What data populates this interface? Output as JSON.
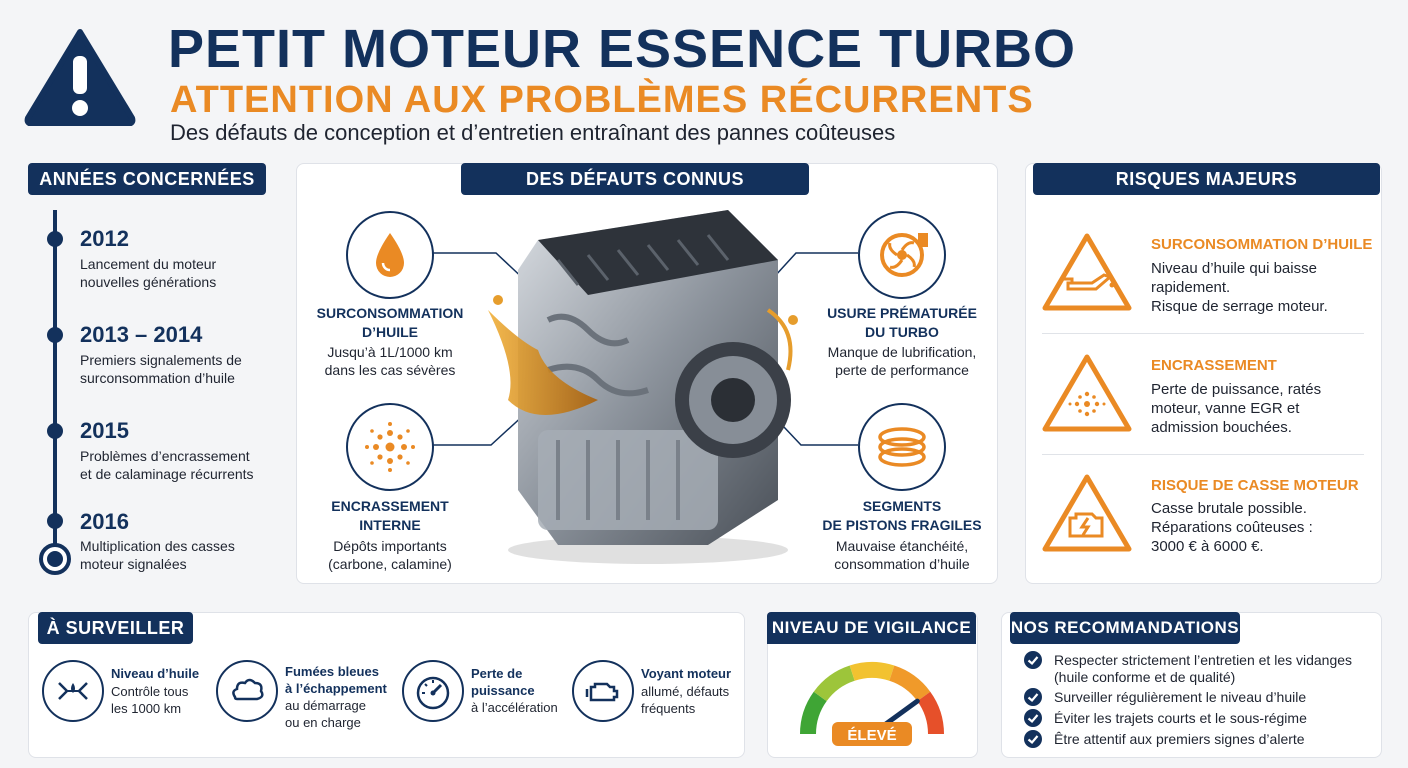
{
  "header": {
    "title": "PETIT MOTEUR ESSENCE TURBO",
    "subtitle": "ATTENTION AUX PROBLÈMES RÉCURRENTS",
    "tagline": "Des défauts de conception et d’entretien entraînant des pannes coûteuses",
    "icon": "warning-triangle-icon"
  },
  "timeline": {
    "tab": "ANNÉES CONCERNÉES",
    "items": [
      {
        "year": "2012",
        "line1": "Lancement du moteur",
        "line2": "nouvelles générations"
      },
      {
        "year": "2013 – 2014",
        "line1": "Premiers signalements de",
        "line2": "surconsommation d’huile"
      },
      {
        "year": "2015",
        "line1": "Problèmes d’encrassement",
        "line2": "et de calaminage récurrents"
      },
      {
        "year": "2016",
        "line1": "Multiplication des casses",
        "line2": "moteur signalées"
      }
    ]
  },
  "defects": {
    "tab": "DES DÉFAUTS CONNUS",
    "items": [
      {
        "icon": "oil-drop-icon",
        "title1": "SURCONSOMMATION",
        "title2": "D’HUILE",
        "text1": "Jusqu’à 1L/1000 km",
        "text2": "dans les cas sévères"
      },
      {
        "icon": "turbo-icon",
        "title1": "USURE PRÉMATURÉE",
        "title2": "DU TURBO",
        "text1": "Manque de lubrification,",
        "text2": "perte de performance"
      },
      {
        "icon": "particles-icon",
        "title1": "ENCRASSEMENT",
        "title2": "INTERNE",
        "text1": "Dépôts importants",
        "text2": "(carbone, calamine)"
      },
      {
        "icon": "piston-rings-icon",
        "title1": "SEGMENTS",
        "title2": "DE PISTONS FRAGILES",
        "text1": "Mauvaise étanchéité,",
        "text2": "consommation d’huile"
      }
    ]
  },
  "risks": {
    "tab": "RISQUES MAJEURS",
    "items": [
      {
        "icon": "oil-can-warning-icon",
        "title": "SURCONSOMMATION D’HUILE",
        "line1": "Niveau d’huile qui baisse",
        "line2": "rapidement.",
        "line3": "Risque de serrage moteur."
      },
      {
        "icon": "particles-warning-icon",
        "title": "ENCRASSEMENT",
        "line1": "Perte de puissance, ratés",
        "line2": "moteur, vanne EGR et",
        "line3": "admission bouchées."
      },
      {
        "icon": "engine-break-warning-icon",
        "title": "RISQUE DE CASSE MOTEUR",
        "line1": "Casse brutale possible.",
        "line2": "Réparations coûteuses :",
        "line3": "3000 € à 6000 €."
      }
    ]
  },
  "watch": {
    "tab": "À SURVEILLER",
    "items": [
      {
        "icon": "oil-level-icon",
        "title": "Niveau d’huile",
        "line1": "Contrôle tous",
        "line2": "les 1000 km",
        "line3": ""
      },
      {
        "icon": "smoke-icon",
        "title": "Fumées bleues",
        "title2": "à l’échappement",
        "line1": "au démarrage",
        "line2": "ou en charge"
      },
      {
        "icon": "gauge-icon",
        "title": "Perte de",
        "title2": "puissance",
        "line1": "à l’accélération"
      },
      {
        "icon": "engine-warning-icon",
        "title": "Voyant moteur",
        "line1": "allumé, défauts",
        "line2": "fréquents"
      }
    ]
  },
  "vigilance": {
    "tab": "NIVEAU DE VIGILANCE",
    "level_label": "ÉLEVÉ",
    "level": 0.8,
    "colors": [
      "#3fa535",
      "#9dc53a",
      "#f2c230",
      "#f09a2a",
      "#e6502a"
    ]
  },
  "recommendations": {
    "tab": "NOS RECOMMANDATIONS",
    "items": [
      {
        "line1": "Respecter strictement l’entretien et les vidanges",
        "line2": "(huile conforme et de qualité)"
      },
      {
        "line1": "Surveiller régulièrement le niveau d’huile",
        "line2": ""
      },
      {
        "line1": "Éviter les trajets courts et le sous-régime",
        "line2": ""
      },
      {
        "line1": "Être attentif aux premiers signes d’alerte",
        "line2": ""
      }
    ]
  },
  "colors": {
    "navy": "#13315c",
    "orange": "#ea8a24"
  }
}
